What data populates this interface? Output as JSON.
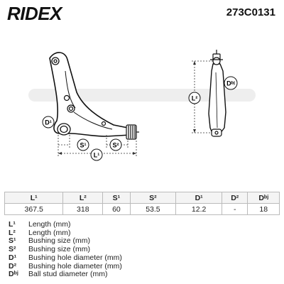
{
  "brand": {
    "logo": "RIDEX",
    "part_number": "273C0131"
  },
  "diagram_labels": {
    "l1": "L¹",
    "l2": "L²",
    "s1": "S¹",
    "s2": "S²",
    "d1": "D¹",
    "dbj": "Dᵇʲ"
  },
  "table": {
    "headers": [
      "L¹",
      "L²",
      "S¹",
      "S²",
      "D¹",
      "D²",
      "Dᵇʲ"
    ],
    "values": [
      "367.5",
      "318",
      "60",
      "53.5",
      "12.2",
      "-",
      "18"
    ]
  },
  "legend": [
    {
      "key": "L¹",
      "text": "Length (mm)"
    },
    {
      "key": "L²",
      "text": "Length (mm)"
    },
    {
      "key": "S¹",
      "text": "Bushing size (mm)"
    },
    {
      "key": "S²",
      "text": "Bushing size (mm)"
    },
    {
      "key": "D¹",
      "text": "Bushing hole diameter (mm)"
    },
    {
      "key": "D²",
      "text": "Bushing hole diameter (mm)"
    },
    {
      "key": "Dᵇʲ",
      "text": "Ball stud diameter (mm)"
    }
  ]
}
